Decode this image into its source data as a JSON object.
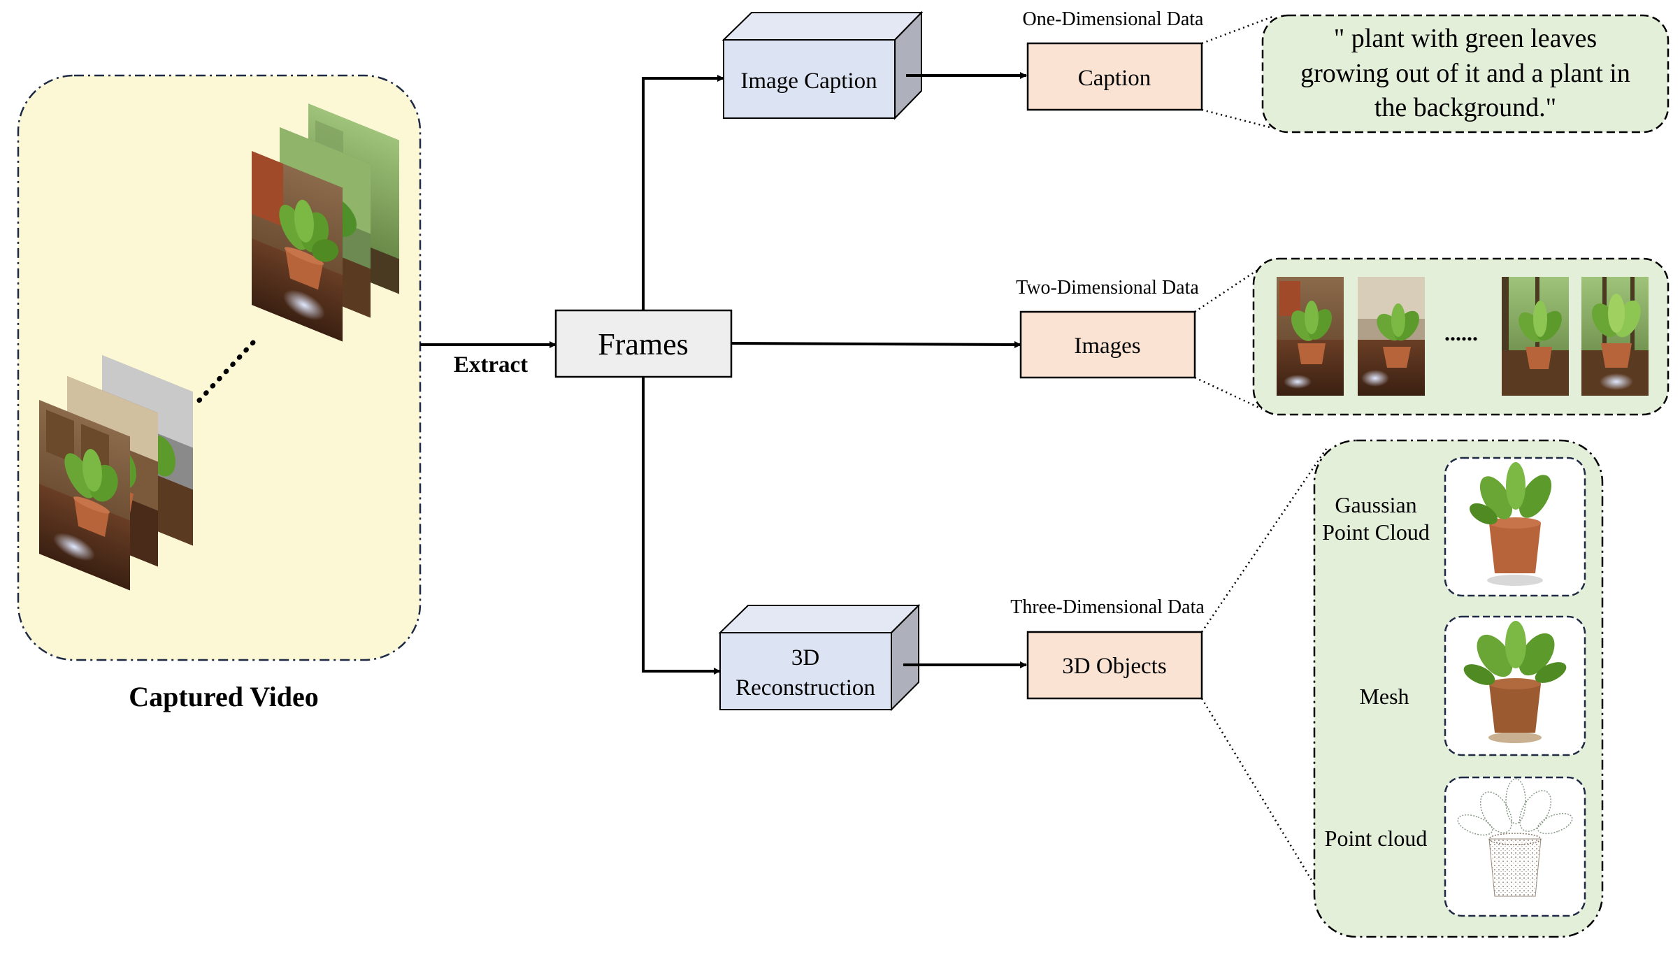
{
  "captured_video": {
    "label": "Captured Video"
  },
  "extract_label": "Extract",
  "frames_label": "Frames",
  "image_caption": {
    "label": "Image Caption"
  },
  "reconstruction": {
    "line1": "3D",
    "line2": "Reconstruction"
  },
  "one_dim": {
    "heading": "One-Dimensional Data",
    "box_label": "Caption",
    "caption_text": {
      "line1": "\" plant with green leaves",
      "line2": "growing out of it and a plant in",
      "line3": "the background.\""
    }
  },
  "two_dim": {
    "heading": "Two-Dimensional Data",
    "box_label": "Images",
    "ellipsis": "......"
  },
  "three_dim": {
    "heading": "Three-Dimensional Data",
    "box_label": "3D Objects",
    "items": [
      {
        "line1": "Gaussian",
        "line2": "Point Cloud"
      },
      {
        "line1": "Mesh"
      },
      {
        "line1": "Point cloud"
      }
    ]
  },
  "colors": {
    "video_panel_fill": "#fcf8d6",
    "process_box_fill": "#dce3f3",
    "data_box_fill": "#fbe3d3",
    "green_panel_fill": "#e3efd9",
    "frames_box_fill": "#eeeeee",
    "leaf_green": "#5c9a2c",
    "pot_terracotta": "#b8643a"
  }
}
